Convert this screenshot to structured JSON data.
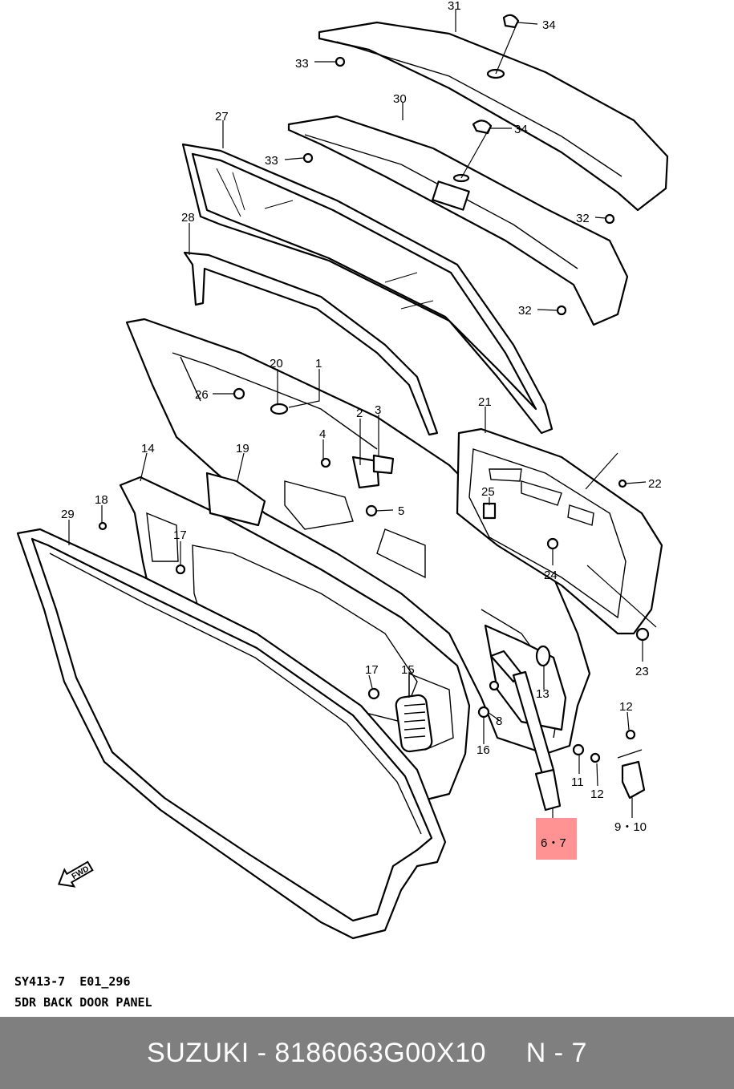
{
  "diagram": {
    "callouts": {
      "c31": "31",
      "c34a": "34",
      "c33a": "33",
      "c30": "30",
      "c27": "27",
      "c33b": "33",
      "c34b": "34",
      "c28": "28",
      "c32a": "32",
      "c32b": "32",
      "c20": "20",
      "c1": "1",
      "c26": "26",
      "c2": "2",
      "c3": "3",
      "c21": "21",
      "c4": "4",
      "c14": "14",
      "c19": "19",
      "c22": "22",
      "c25": "25",
      "c18": "18",
      "c5": "5",
      "c29": "29",
      "c17a": "17",
      "c24": "24",
      "c23": "23",
      "c17b": "17",
      "c15": "15",
      "c13": "13",
      "c8": "8",
      "c16": "16",
      "c12a": "12",
      "c11": "11",
      "c12b": "12",
      "c9_10": "9・10",
      "c6_7": "6・7"
    },
    "fwd_label": "FWD",
    "highlight_color": "#ff8080"
  },
  "caption": {
    "code": "SY413-7  E01_296",
    "title": "5DR BACK DOOR PANEL"
  },
  "footer": {
    "text": "SUZUKI - 8186063G00X10     N - 7",
    "bar_color": "#7f7f7f"
  }
}
